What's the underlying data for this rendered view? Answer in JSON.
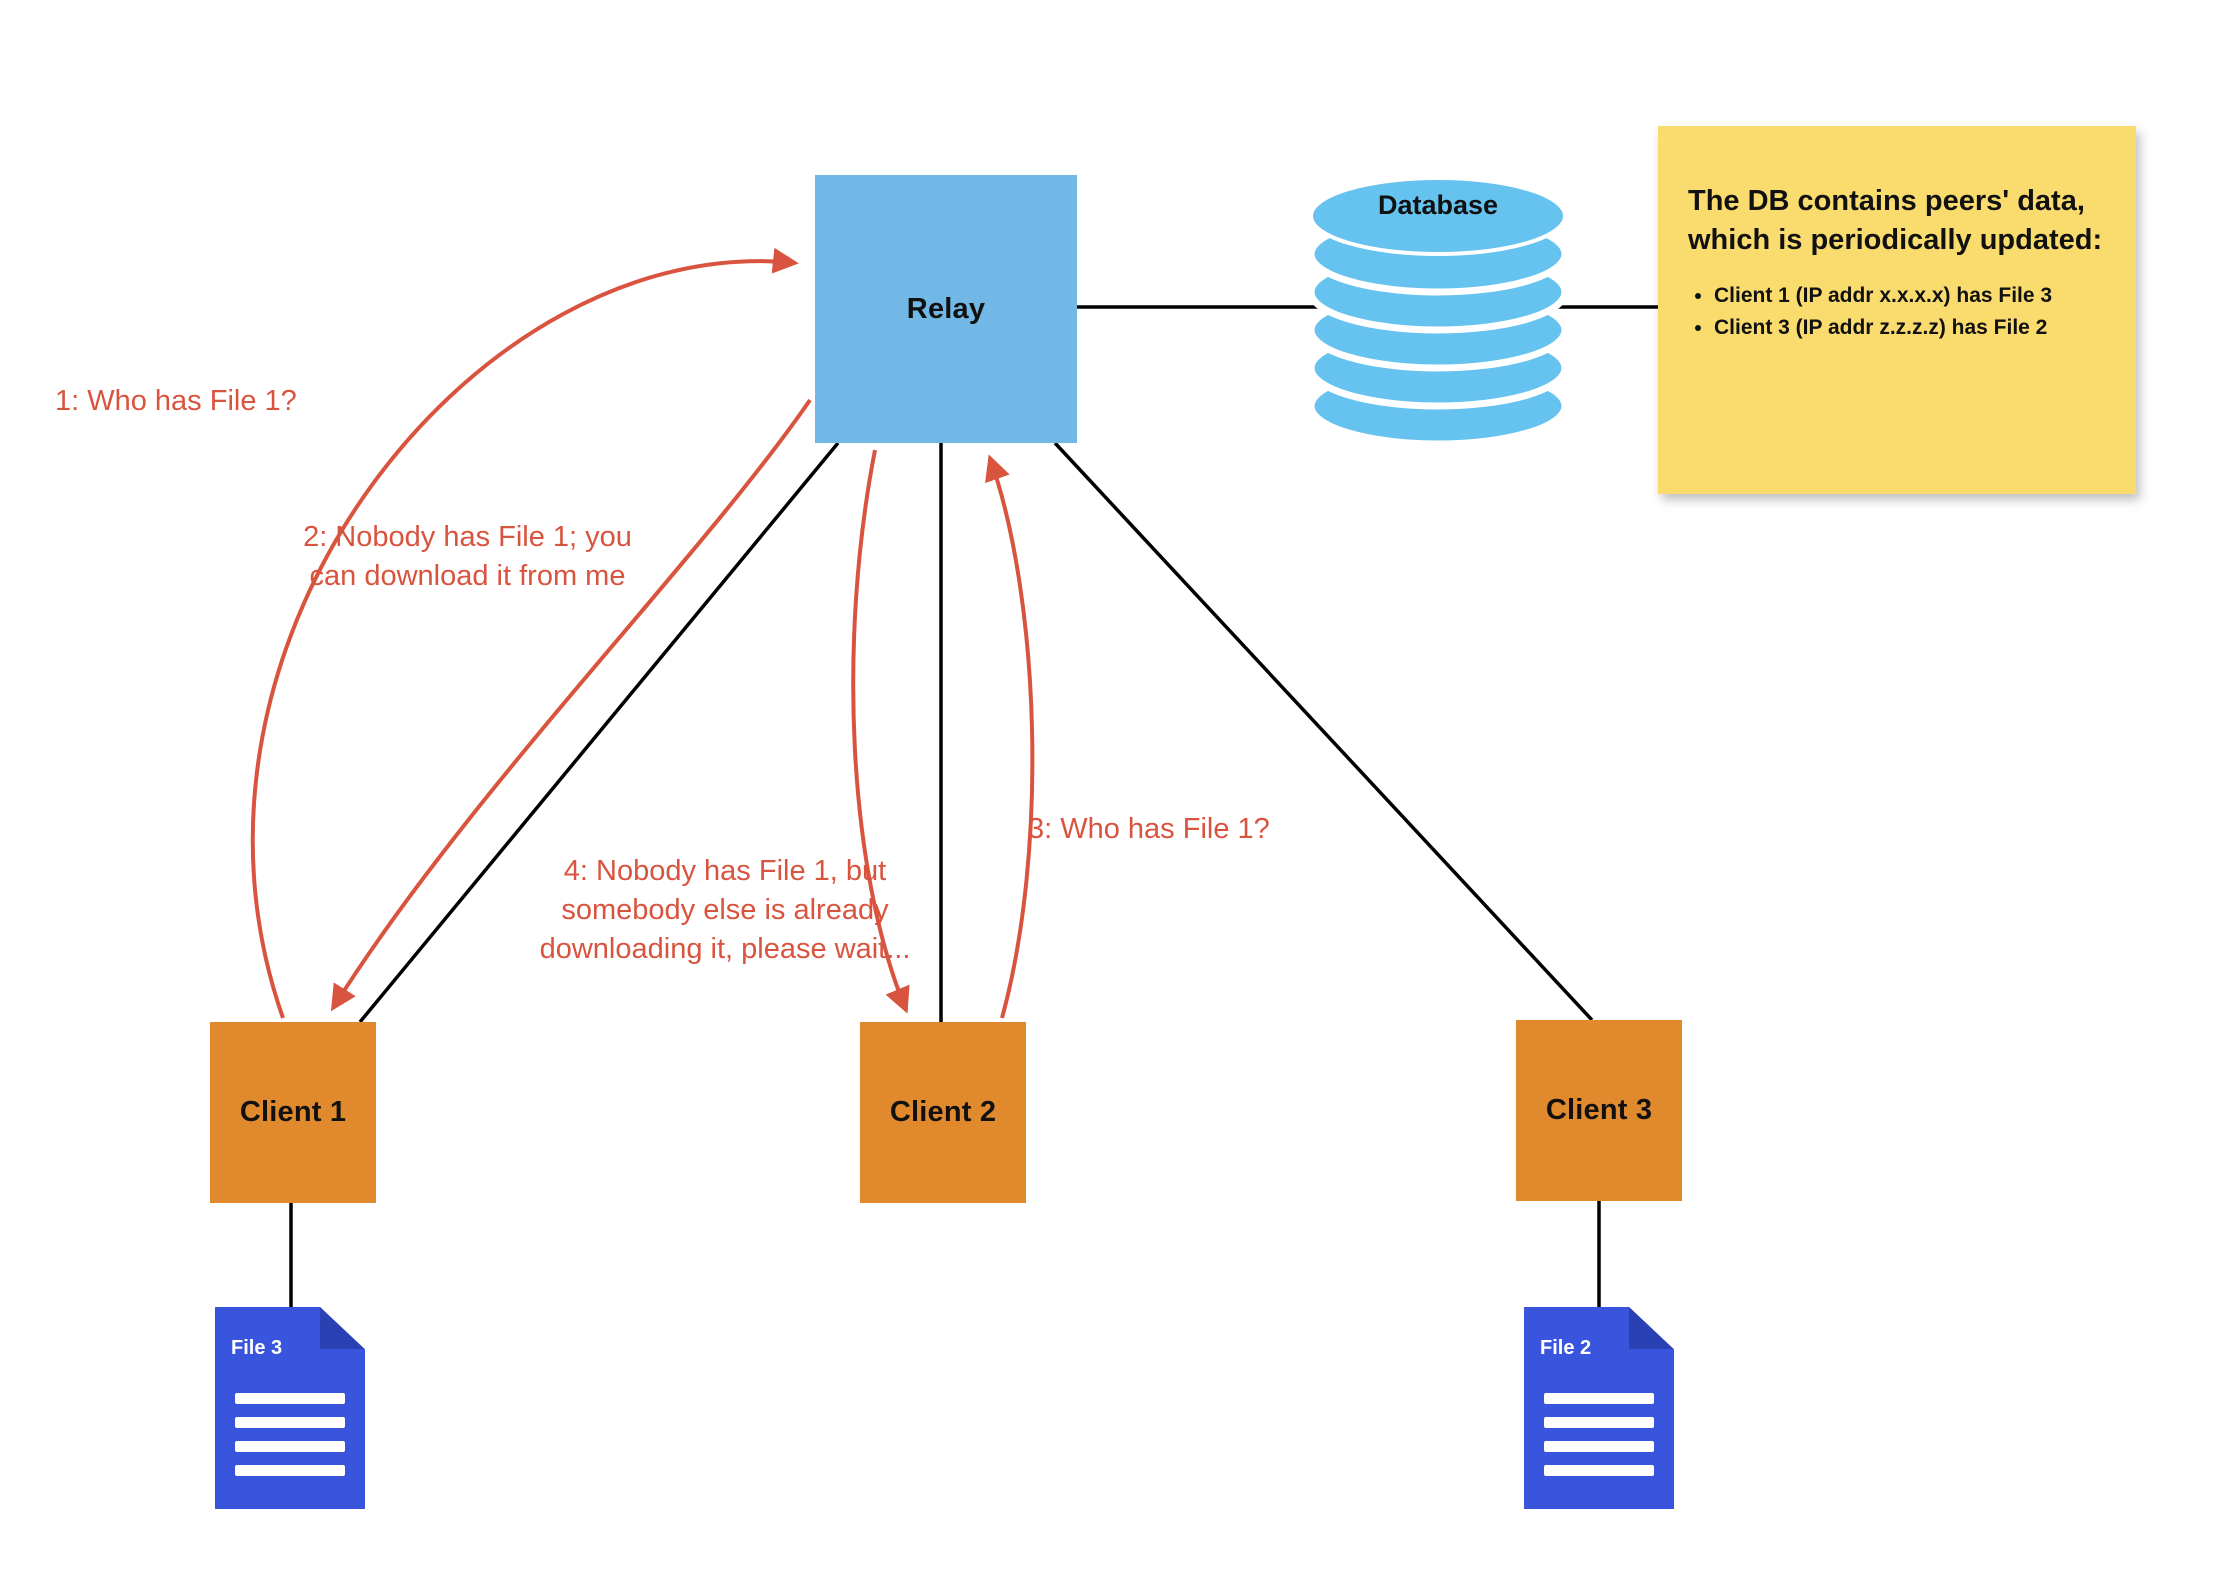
{
  "diagram_title": "Relay / peer-to-peer file lookup diagram",
  "nodes": {
    "relay": {
      "label": "Relay"
    },
    "database": {
      "label": "Database"
    },
    "client1": {
      "label": "Client 1"
    },
    "client2": {
      "label": "Client 2"
    },
    "client3": {
      "label": "Client 3"
    },
    "file3": {
      "label": "File 3"
    },
    "file2": {
      "label": "File 2"
    }
  },
  "note": {
    "title": "The DB contains peers' data, which is periodically updated:",
    "items": [
      "Client 1 (IP addr x.x.x.x) has File 3",
      "Client 3 (IP addr z.z.z.z) has File 2"
    ]
  },
  "messages": {
    "msg1": "1: Who has File 1?",
    "msg2": "2: Nobody has File 1; you can download it from me",
    "msg3": "3: Who has File 1?",
    "msg4": "4: Nobody has File 1, but somebody else is already downloading it, please wait..."
  },
  "colors": {
    "relay": "#72b8e6",
    "database": "#66c2ef",
    "client": "#e0892d",
    "file": "#3a55dd",
    "note": "#f9dc6d",
    "message_arrow": "#d9543f",
    "connector": "#000000"
  }
}
